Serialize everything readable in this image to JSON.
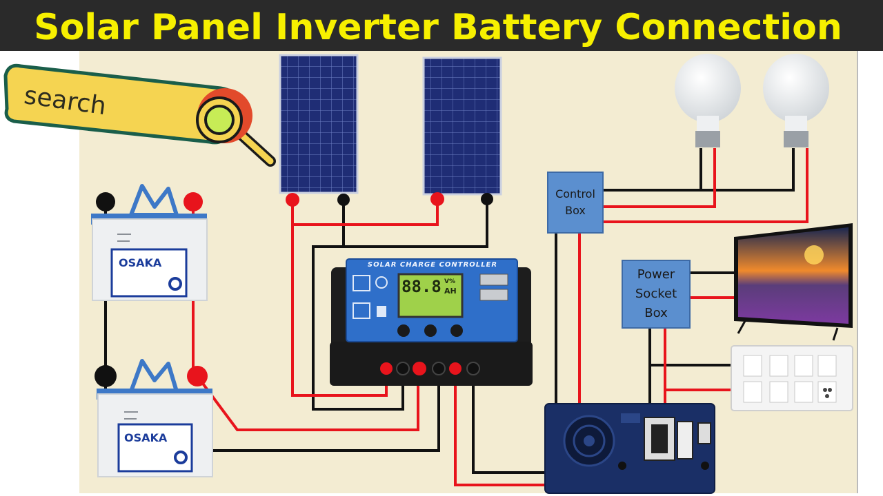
{
  "title": "Solar Panel Inverter Battery Connection",
  "search_badge": {
    "label": "search"
  },
  "charge_controller": {
    "title": "SOLAR CHARGE CONTROLLER",
    "reading": "88.8",
    "unit_top": "V%",
    "unit_bottom": "AH"
  },
  "control_box": {
    "label_line1": "Control",
    "label_line2": "Box"
  },
  "power_socket_box": {
    "label_line1": "Power",
    "label_line2": "Socket",
    "label_line3": "Box"
  },
  "batteries": [
    {
      "brand": "OSAKA"
    },
    {
      "brand": "OSAKA"
    }
  ],
  "colors": {
    "title_bg": "#2a2a2a",
    "title_text": "#f7f000",
    "background": "#f3ecd2",
    "positive_wire": "#e8141c",
    "negative_wire": "#111111",
    "controller_blue": "#2f6fc9",
    "box_blue": "#5b8fcf",
    "panel_blue": "#1c2a6e",
    "search_yellow": "#f5d451"
  }
}
